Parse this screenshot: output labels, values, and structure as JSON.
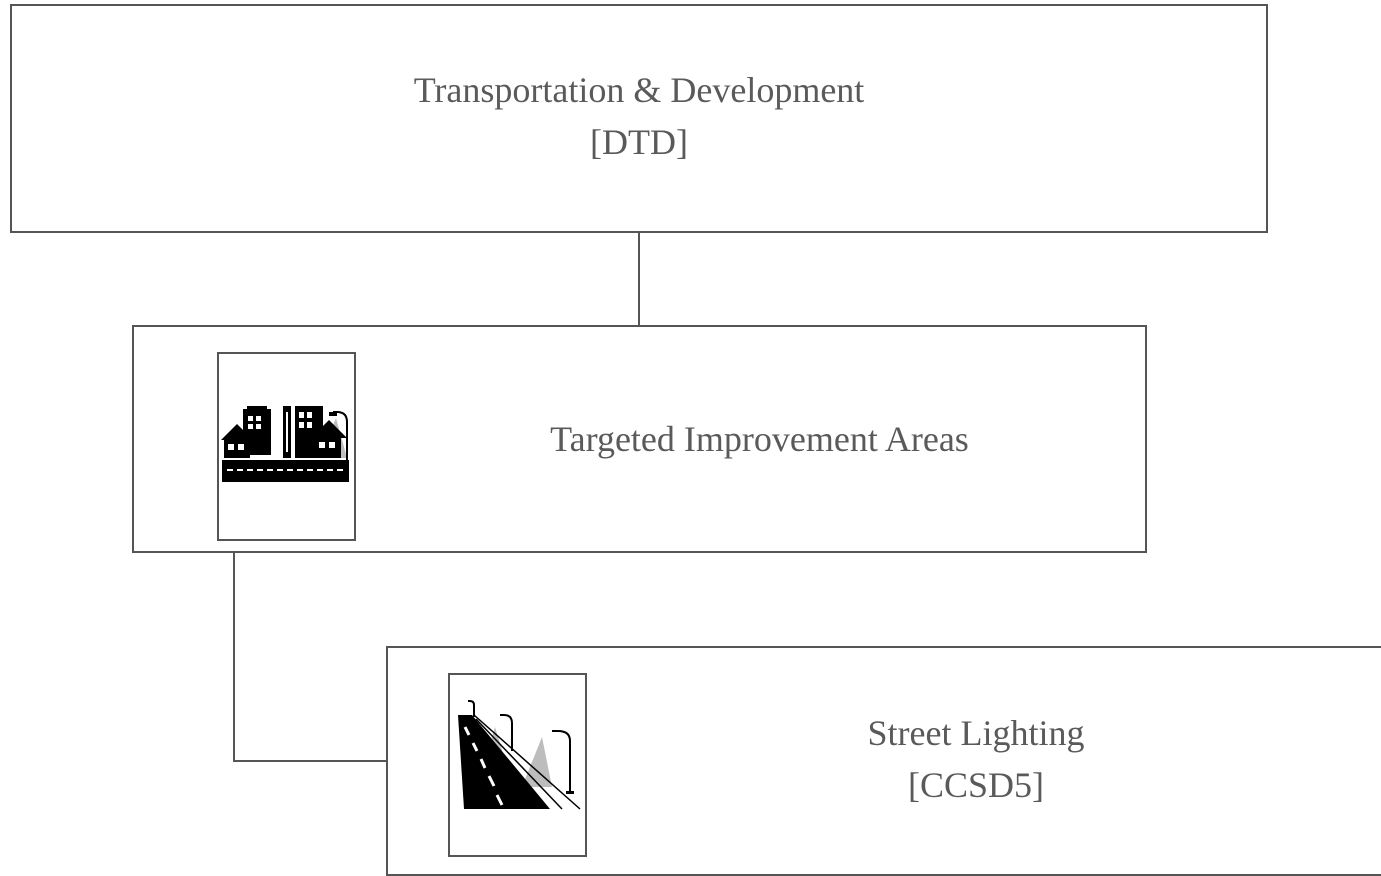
{
  "nodes": {
    "root": {
      "title": "Transportation & Development",
      "code": "[DTD]"
    },
    "child": {
      "title": "Targeted Improvement Areas",
      "icon": "city-street-icon"
    },
    "grandchild": {
      "title": "Street Lighting",
      "code": "[CCSD5]",
      "icon": "street-lighting-icon"
    }
  },
  "colors": {
    "border": "#555555",
    "text": "#5a5a5a"
  }
}
